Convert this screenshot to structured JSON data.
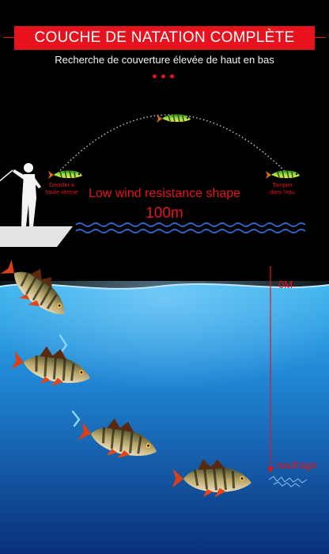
{
  "header": {
    "title": "COUCHE DE NATATION COMPLÈTE",
    "subtitle": "Recherche de couverture élevée de haut en bas"
  },
  "pagination": {
    "dots": [
      "#e8121e",
      "#e8121e",
      "#e8121e"
    ]
  },
  "cast": {
    "launch_label_line1": "Décoller à",
    "launch_label_line2": "haute vitesse",
    "landing_label_line1": "Tampon",
    "landing_label_line2": "dans l'eau",
    "feature_text": "Low wind resistance shape",
    "distance_text": "100m"
  },
  "depth": {
    "top_label": "0M",
    "bottom_label": "naufrage"
  },
  "colors": {
    "accent": "#e8121e",
    "water_top": "#2fa4e0",
    "water_bottom": "#0a2f7a",
    "lure_green": "#7ac231"
  }
}
